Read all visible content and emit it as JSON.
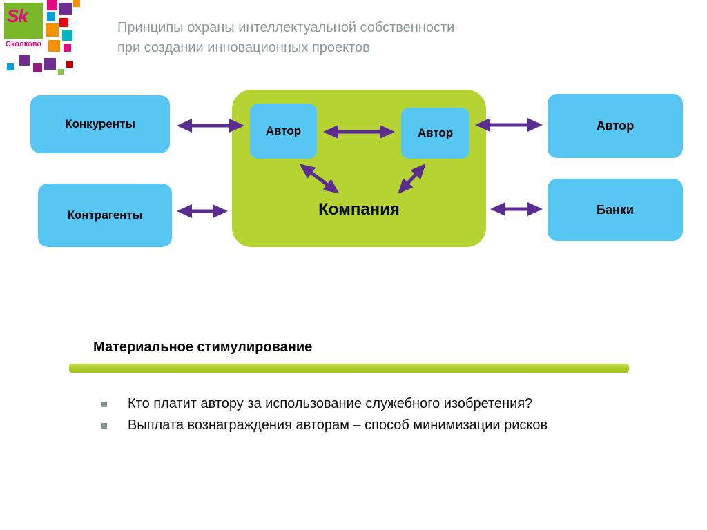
{
  "logo": {
    "sk": "Sk",
    "name": "Сколково"
  },
  "header": {
    "title_line1": "Принципы охраны интеллектуальной собственности",
    "title_line2": "при создании инновационных проектов"
  },
  "diagram": {
    "competitors": "Конкуренты",
    "contractors": "Контрагенты",
    "company": "Компания",
    "author_inner_left": "Автор",
    "author_inner_right": "Автор",
    "author_right": "Автор",
    "banks": "Банки"
  },
  "section": {
    "heading": "Материальное стимулирование",
    "bullets": [
      "Кто платит автору за использование служебного изобретения?",
      "Выплата вознаграждения авторам – способ минимизации рисков"
    ]
  },
  "colors": {
    "box_blue": "#58c6f2",
    "company_green": "#b5d333",
    "arrow_purple": "#5b2d90",
    "title_gray": "#8e979d",
    "logo_magenta": "#e5097f",
    "divider_green": "#aacb26"
  }
}
